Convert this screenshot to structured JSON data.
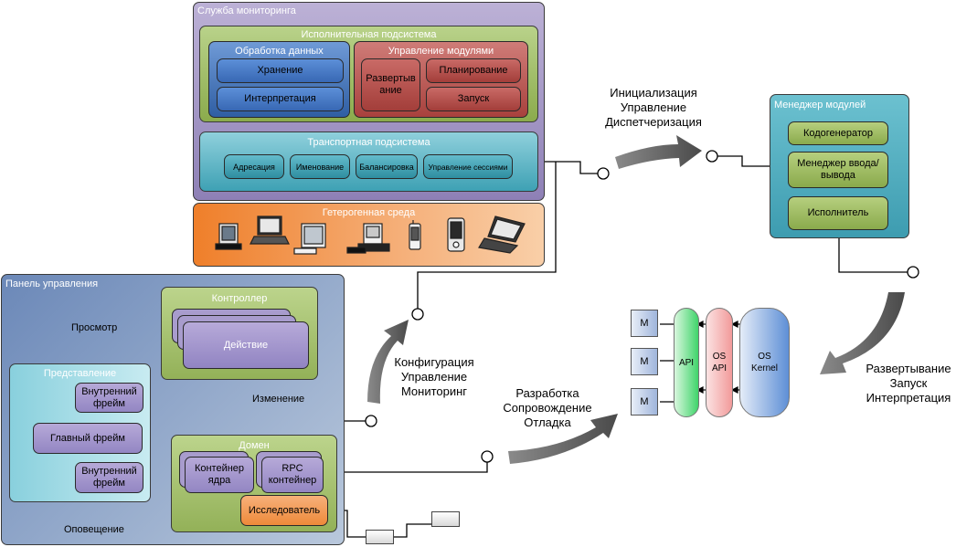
{
  "monitoring": {
    "title": "Служба мониторинга",
    "exec": {
      "title": "Исполнительная подсистема",
      "data": {
        "title": "Обработка данных",
        "storage": "Хранение",
        "interpretation": "Интерпретация"
      },
      "modules": {
        "title": "Управление модулями",
        "deploy": "Развертыв ание",
        "planning": "Планирование",
        "launch": "Запуск"
      }
    },
    "transport": {
      "title": "Транспортная подсистема",
      "items": [
        "Адресация",
        "Именование",
        "Балансировка",
        "Управление сессиями"
      ]
    }
  },
  "hetero": {
    "title": "Гетерогенная среда"
  },
  "module_manager": {
    "title": "Менеджер модулей",
    "items": [
      "Кодогенератор",
      "Менеджер ввода/вывода",
      "Исполнитель"
    ]
  },
  "control_panel": {
    "title": "Панель управления",
    "controller": {
      "title": "Контроллер",
      "action": "Действие"
    },
    "view": {
      "title": "Представление",
      "inner1": "Внутренний фрейм",
      "main": "Главный фрейм",
      "inner2": "Внутренний фрейм"
    },
    "domain": {
      "title": "Домен",
      "core": "Контейнер ядра",
      "rpc": "RPC контейнер",
      "explorer": "Исследователь"
    },
    "arrows": {
      "view_label": "Просмотр",
      "change_label": "Изменение",
      "notify_label": "Оповещение"
    }
  },
  "stack": {
    "m": "M",
    "api": "API",
    "os_api": "OS API",
    "os_kernel": "OS Kernel"
  },
  "labels": {
    "init": [
      "Инициализация",
      "Управление",
      "Диспетчеризация"
    ],
    "config": [
      "Конфигурация",
      "Управление",
      "Мониторинг"
    ],
    "dev": [
      "Разработка",
      "Сопровождение",
      "Отладка"
    ],
    "deploy": [
      "Развертывание",
      "Запуск",
      "Интерпретация"
    ]
  },
  "colors": {
    "purple": "#9a8cc0",
    "green": "#9dbb5c",
    "blue": "#3e6fb5",
    "red": "#b5403d",
    "teal": "#3aa0b3",
    "orange": "#f08a38",
    "arrow": "#555555"
  }
}
